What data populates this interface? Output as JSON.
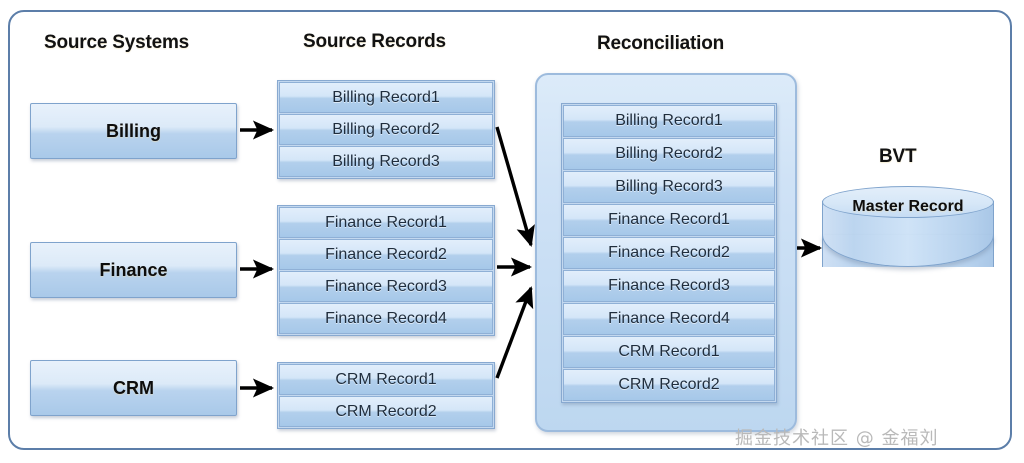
{
  "headings": {
    "source_systems": "Source Systems",
    "source_records": "Source Records",
    "reconciliation": "Reconciliation",
    "bvt": "BVT"
  },
  "source_systems": [
    {
      "label": "Billing"
    },
    {
      "label": "Finance"
    },
    {
      "label": "CRM"
    }
  ],
  "source_records": [
    {
      "group": "billing",
      "rows": [
        "Billing Record1",
        "Billing Record2",
        "Billing Record3"
      ]
    },
    {
      "group": "finance",
      "rows": [
        "Finance Record1",
        "Finance Record2",
        "Finance Record3",
        "Finance Record4"
      ]
    },
    {
      "group": "crm",
      "rows": [
        "CRM Record1",
        "CRM Record2"
      ]
    }
  ],
  "reconciliation": {
    "rows": [
      "Billing Record1",
      "Billing Record2",
      "Billing Record3",
      "Finance Record1",
      "Finance Record2",
      "Finance Record3",
      "Finance Record4",
      "CRM Record1",
      "CRM Record2"
    ]
  },
  "bvt": {
    "cylinder_label": "Master Record"
  },
  "watermark": "掘金技术社区 @ 金福刘",
  "colors": {
    "frame_border": "#5c7ea9",
    "box_border": "#7fa3cc",
    "box_fill_light": "#e8f1fb",
    "box_fill_dark": "#a9c9e9",
    "panel_fill": "#cfe2f6",
    "arrow": "#000000",
    "text": "#1f2d3d",
    "watermark": "#b9b9b9"
  }
}
